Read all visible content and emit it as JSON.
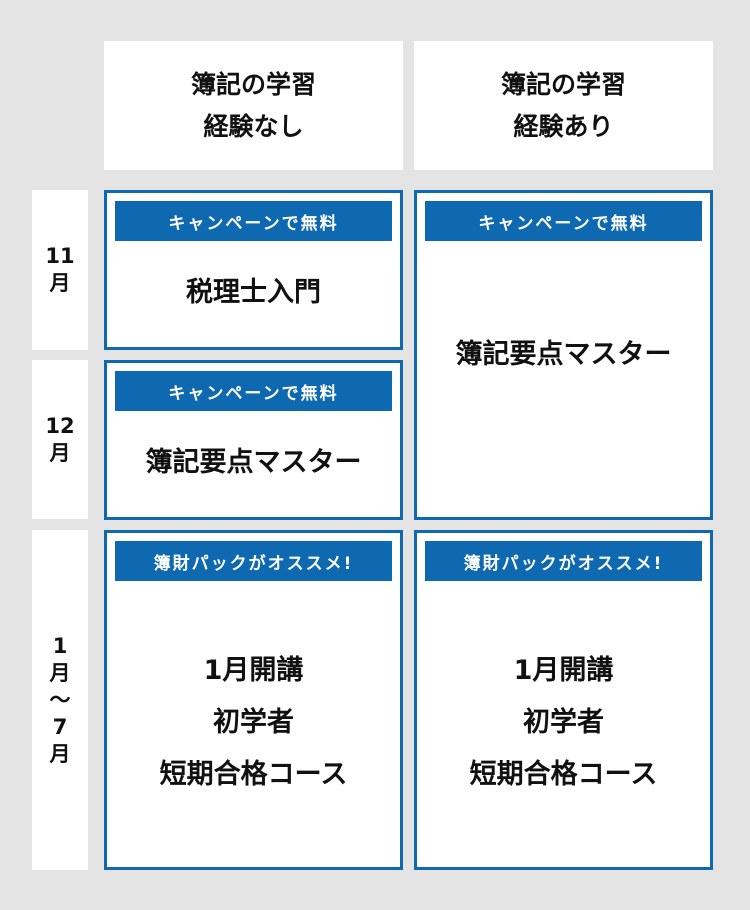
{
  "columns": [
    {
      "line1": "簿記の学習",
      "line2": "経験なし"
    },
    {
      "line1": "簿記の学習",
      "line2": "経験あり"
    }
  ],
  "rows": [
    {
      "label": [
        "11",
        "月"
      ]
    },
    {
      "label": [
        "12",
        "月"
      ]
    },
    {
      "label": [
        "1",
        "月",
        "～",
        "7",
        "月"
      ]
    }
  ],
  "cards": {
    "nov_none": {
      "badge": "キャンペーンで無料",
      "title": "税理士入門"
    },
    "dec_none": {
      "badge": "キャンペーンで無料",
      "title": "簿記要点マスター"
    },
    "novdec_exp": {
      "badge": "キャンペーンで無料",
      "title": "簿記要点マスター"
    },
    "jan_none": {
      "badge": "簿財パックがオススメ!",
      "lines": [
        "1月開講",
        "初学者",
        "短期合格コース"
      ]
    },
    "jan_exp": {
      "badge": "簿財パックがオススメ!",
      "lines": [
        "1月開講",
        "初学者",
        "短期合格コース"
      ]
    }
  },
  "colors": {
    "accent": "#0e69b0",
    "background": "#e4e4e4"
  }
}
